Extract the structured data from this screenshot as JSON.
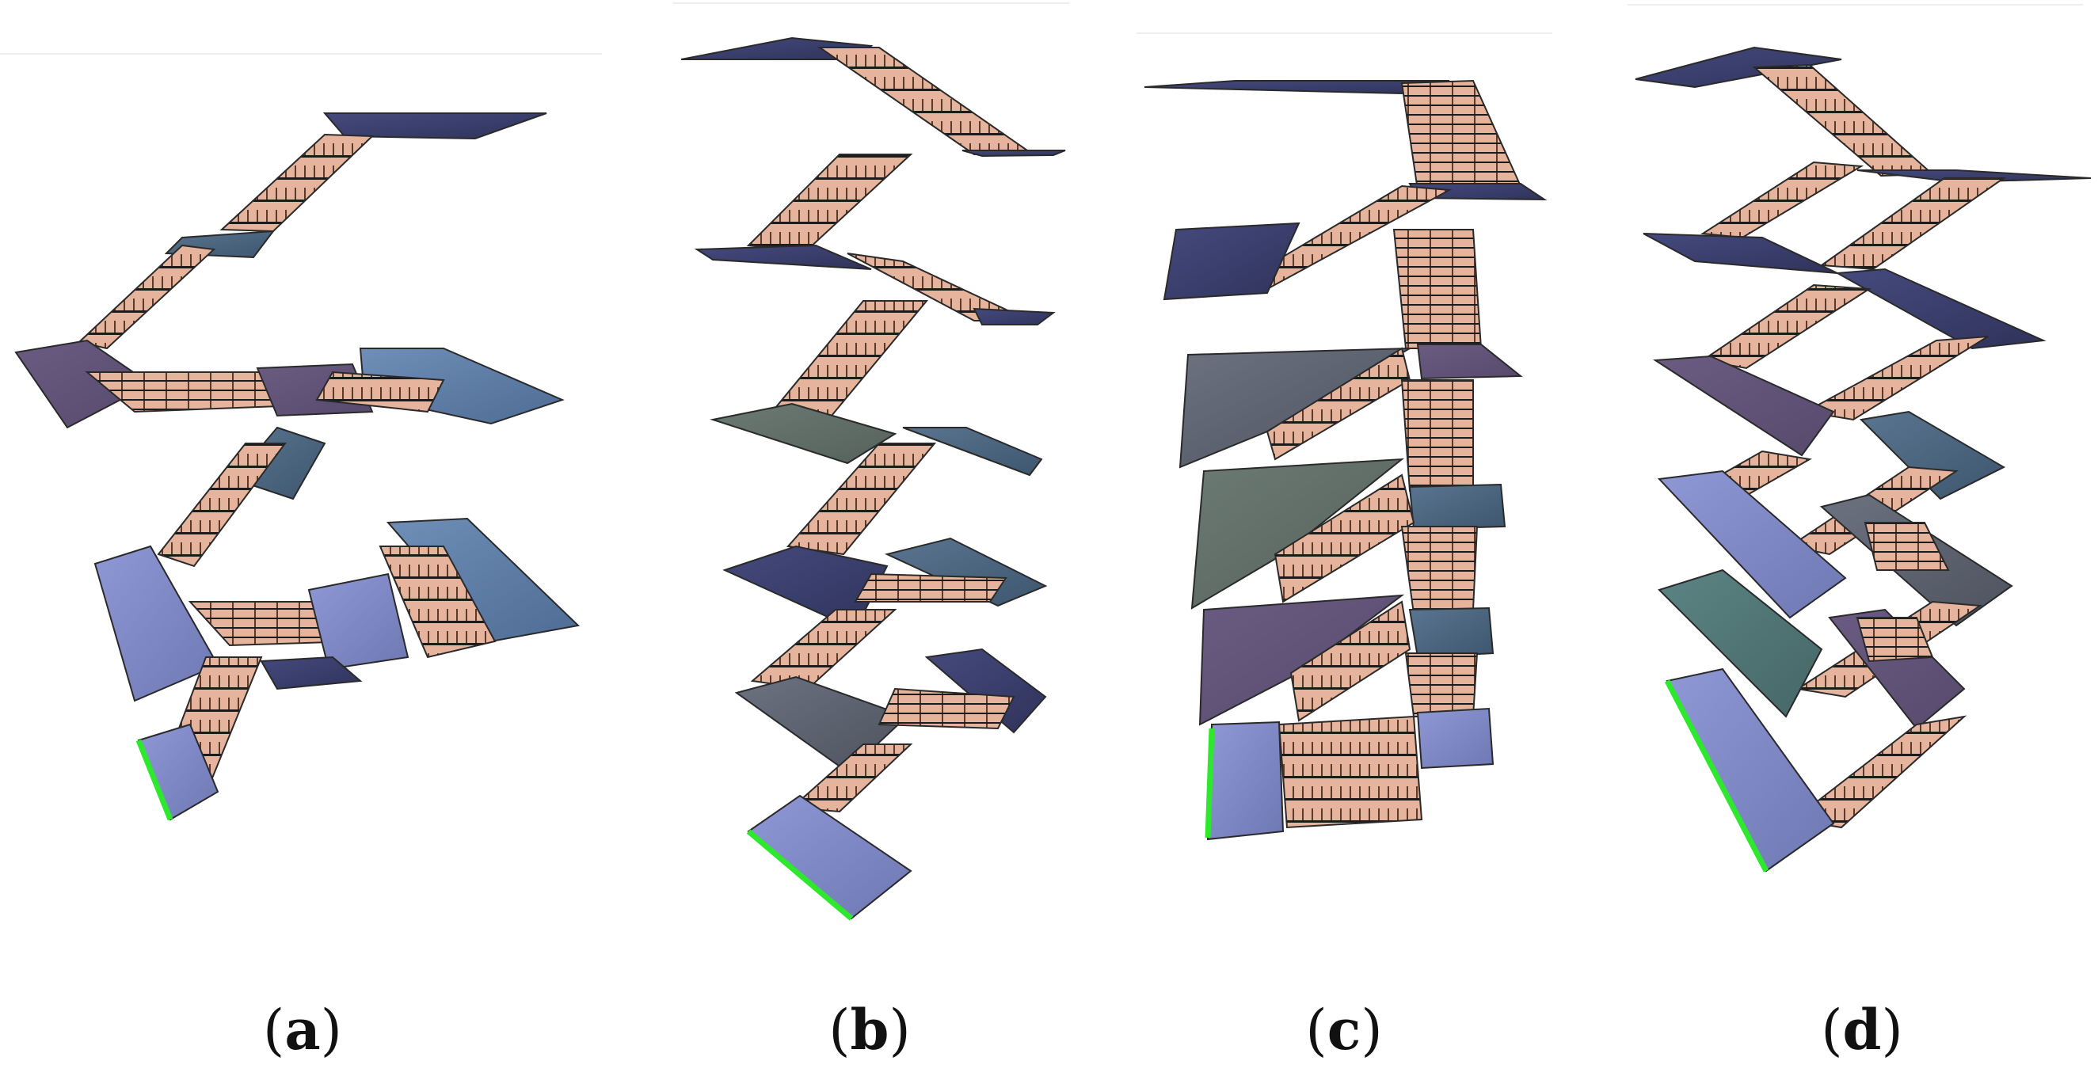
{
  "figure": {
    "panels": [
      {
        "id": "a",
        "label": "a"
      },
      {
        "id": "b",
        "label": "b"
      },
      {
        "id": "c",
        "label": "c"
      },
      {
        "id": "d",
        "label": "d"
      }
    ],
    "colors": {
      "stair": "#e6b49c",
      "stair_line": "#1c1c1c",
      "start_edge": "#2ee82e",
      "landing_tones": [
        "#8a8ec6",
        "#5e6f9a",
        "#6b5a78",
        "#4a4f7a",
        "#5a6f84",
        "#4e7488",
        "#8a8a9a",
        "#53696a"
      ]
    }
  }
}
